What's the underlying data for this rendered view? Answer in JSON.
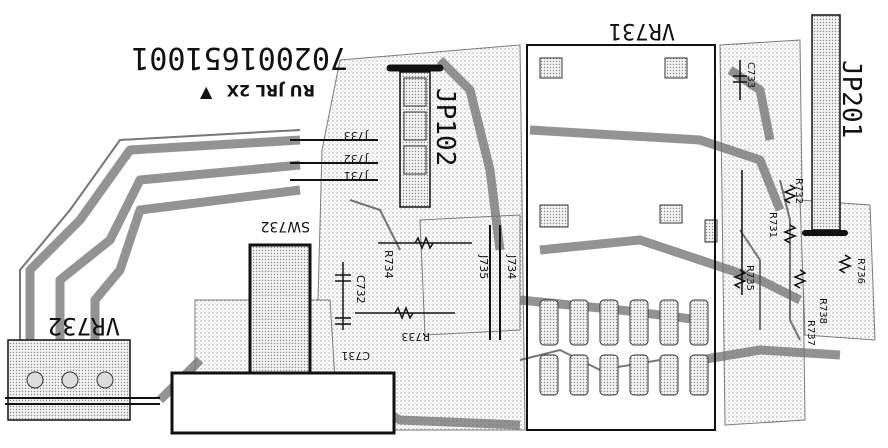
{
  "board": {
    "serial": "702001651001",
    "marking": "RU JRL 2X",
    "marking_symbol": "▲"
  },
  "components": {
    "vr731": "VR731",
    "vr732": "VR732",
    "sw732": "SW732",
    "jp102": "JP102",
    "jp201": "JP201",
    "c731": "C731",
    "c732": "C732",
    "c733": "C733",
    "r731": "R731",
    "r732": "R732",
    "r733": "R733",
    "r734": "R734",
    "r735": "R735",
    "r736": "R736",
    "r737": "R737",
    "r738": "R738",
    "j731": "J731",
    "j732": "J732",
    "j733": "J733",
    "j734": "J734",
    "j735": "J735"
  },
  "colors": {
    "ink": "#111111",
    "copper_hatch": "#b9b9b9",
    "background": "#ffffff"
  }
}
